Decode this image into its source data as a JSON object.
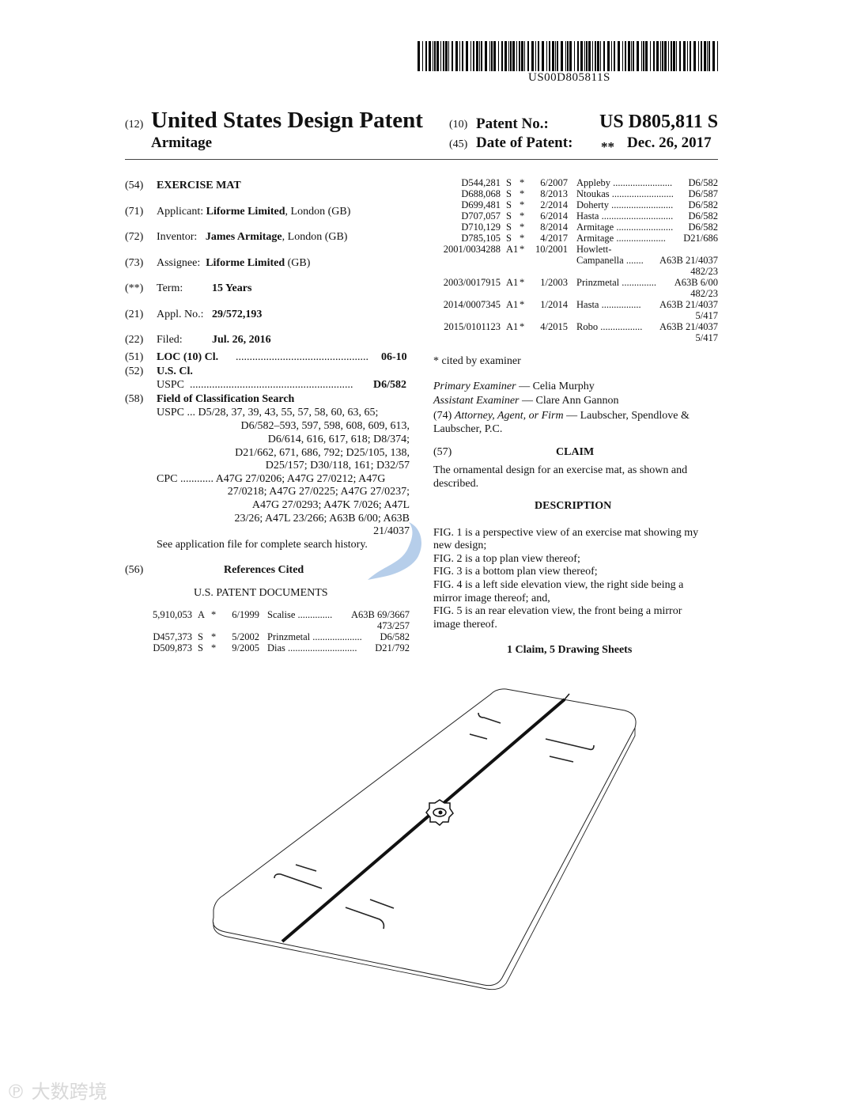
{
  "barcode_text": "US00D805811S",
  "header": {
    "code12": "(12)",
    "title": "United States Design Patent",
    "inventor_surname": "Armitage",
    "code10": "(10)",
    "patent_no_label": "Patent No.:",
    "patent_no": "US D805,811 S",
    "code45": "(45)",
    "date_label": "Date of Patent:",
    "date_mark": "**",
    "date": "Dec. 26, 2017"
  },
  "left": {
    "f54": {
      "code": "(54)",
      "value": "EXERCISE MAT"
    },
    "f71": {
      "code": "(71)",
      "label": "Applicant:",
      "name": "Liforme Limited",
      "rest": ", London (GB)"
    },
    "f72": {
      "code": "(72)",
      "label": "Inventor:",
      "name": "James Armitage",
      "rest": ", London (GB)"
    },
    "f73": {
      "code": "(73)",
      "label": "Assignee:",
      "name": "Liforme Limited",
      "rest": " (GB)"
    },
    "term": {
      "code": "(**)",
      "label": "Term:",
      "value": "15 Years"
    },
    "f21": {
      "code": "(21)",
      "label": "Appl. No.:",
      "value": "29/572,193"
    },
    "f22": {
      "code": "(22)",
      "label": "Filed:",
      "value": "Jul. 26, 2016"
    },
    "f51": {
      "code": "(51)",
      "label": "LOC (10) Cl.",
      "dots": "................................................",
      "value": "06-10"
    },
    "f52": {
      "code": "(52)",
      "label": "U.S. Cl.",
      "sub": "USPC",
      "dots": "...........................................................",
      "value": "D6/582"
    },
    "f58": {
      "code": "(58)",
      "label": "Field of Classification Search",
      "lines": [
        "USPC  ... D5/28, 37, 39, 43, 55, 57, 58, 60, 63, 65;",
        "D6/582–593, 597, 598, 608, 609, 613,",
        "D6/614, 616, 617, 618; D8/374;",
        "D21/662, 671, 686, 792; D25/105, 138,",
        "D25/157; D30/118, 161; D32/57",
        "CPC ............ A47G 27/0206; A47G 27/0212; A47G",
        "27/0218; A47G 27/0225; A47G 27/0237;",
        "A47G 27/0293; A47K 7/026; A47L",
        "23/26; A47L 23/266; A63B 6/00; A63B",
        "21/4037"
      ],
      "note": "See application file for complete search history."
    },
    "f56": {
      "code": "(56)",
      "label": "References Cited",
      "sub": "U.S. PATENT DOCUMENTS"
    },
    "refs": [
      {
        "no": "5,910,053",
        "kind": "A",
        "star": "*",
        "date": "6/1999",
        "name": "Scalise ..............",
        "cls": "A63B 69/3667",
        "cls2": "473/257"
      },
      {
        "no": "D457,373",
        "kind": "S",
        "star": "*",
        "date": "5/2002",
        "name": "Prinzmetal ....................",
        "cls": "D6/582"
      },
      {
        "no": "D509,873",
        "kind": "S",
        "star": "*",
        "date": "9/2005",
        "name": "Dias ............................",
        "cls": "D21/792"
      }
    ]
  },
  "right": {
    "refs": [
      {
        "no": "D544,281",
        "kind": "S",
        "star": "*",
        "date": "6/2007",
        "name": "Appleby ........................",
        "cls": "D6/582"
      },
      {
        "no": "D688,068",
        "kind": "S",
        "star": "*",
        "date": "8/2013",
        "name": "Ntoukas .........................",
        "cls": "D6/587"
      },
      {
        "no": "D699,481",
        "kind": "S",
        "star": "*",
        "date": "2/2014",
        "name": "Doherty .........................",
        "cls": "D6/582"
      },
      {
        "no": "D707,057",
        "kind": "S",
        "star": "*",
        "date": "6/2014",
        "name": "Hasta .............................",
        "cls": "D6/582"
      },
      {
        "no": "D710,129",
        "kind": "S",
        "star": "*",
        "date": "8/2014",
        "name": "Armitage .......................",
        "cls": "D6/582"
      },
      {
        "no": "D785,105",
        "kind": "S",
        "star": "*",
        "date": "4/2017",
        "name": "Armitage ....................",
        "cls": "D21/686"
      },
      {
        "no": "2001/0034288",
        "kind": "A1",
        "star": "*",
        "date": "10/2001",
        "name": "Howlett-",
        "name2": "Campanella .......",
        "cls": "A63B 21/4037",
        "cls2": "482/23"
      },
      {
        "no": "2003/0017915",
        "kind": "A1",
        "star": "*",
        "date": "1/2003",
        "name": "Prinzmetal ..............",
        "cls": "A63B 6/00",
        "cls2": "482/23"
      },
      {
        "no": "2014/0007345",
        "kind": "A1",
        "star": "*",
        "date": "1/2014",
        "name": "Hasta ................",
        "cls": "A63B 21/4037",
        "cls2": "5/417"
      },
      {
        "no": "2015/0101123",
        "kind": "A1",
        "star": "*",
        "date": "4/2015",
        "name": "Robo .................",
        "cls": "A63B 21/4037",
        "cls2": "5/417"
      }
    ],
    "cited": "* cited by examiner",
    "primary_label": "Primary Examiner",
    "primary": " — Celia Murphy",
    "assistant_label": "Assistant Examiner",
    "assistant": " — Clare Ann Gannon",
    "attorney_code": "(74)",
    "attorney_label": "Attorney, Agent, or Firm",
    "attorney": " — Laubscher, Spendlove &",
    "attorney2": "Laubscher, P.C.",
    "claim_code": "(57)",
    "claim_title": "CLAIM",
    "claim_text": [
      "The ornamental design for an exercise mat, as shown and",
      "described."
    ],
    "desc_title": "DESCRIPTION",
    "desc": [
      "FIG. 1 is a perspective view of an exercise mat showing my",
      "new design;",
      "FIG. 2 is a top plan view thereof;",
      "FIG. 3 is a bottom plan view thereof;",
      "FIG. 4 is a left side elevation view, the right side being a",
      "mirror image thereof; and,",
      "FIG. 5 is an rear elevation view, the front being a mirror",
      "image thereof."
    ],
    "sheets": "1 Claim, 5 Drawing Sheets"
  },
  "watermark": "大数跨境",
  "colors": {
    "text": "#111111",
    "watermark_fish": "#7aa6d8"
  }
}
